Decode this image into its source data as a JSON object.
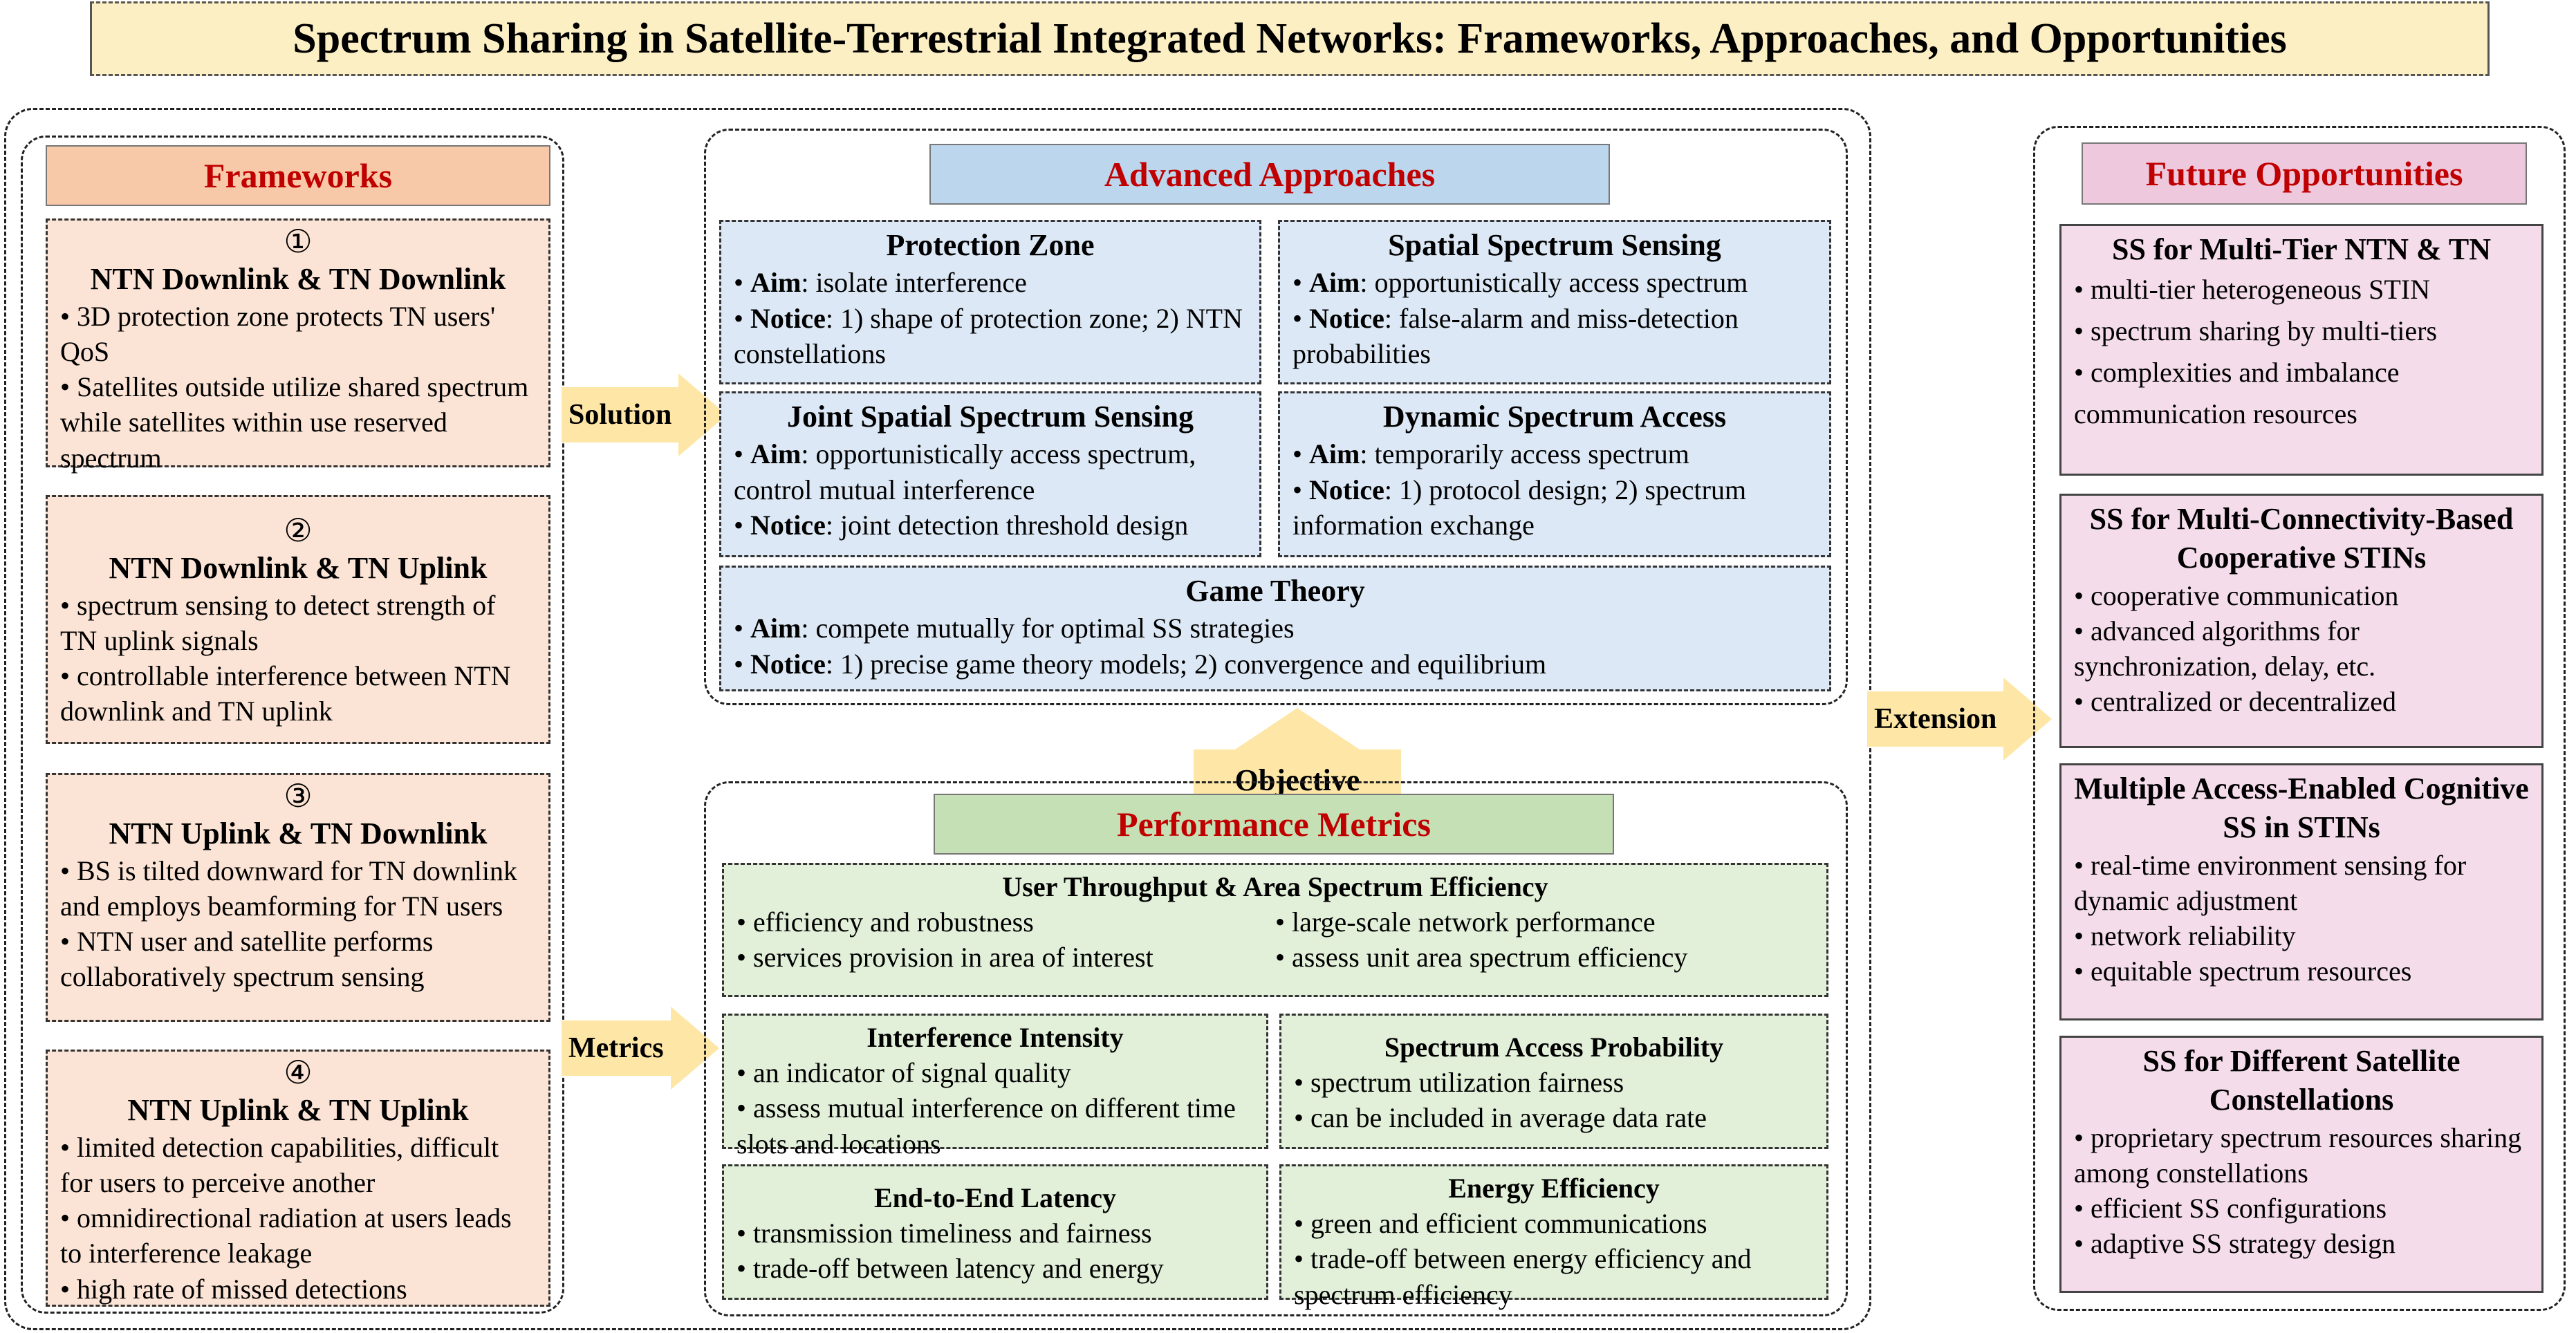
{
  "title": "Spectrum Sharing in Satellite-Terrestrial Integrated Networks: Frameworks, Approaches, and Opportunities",
  "frameworks": {
    "heading": "Frameworks",
    "cards": [
      {
        "num": "①",
        "title": "NTN Downlink & TN Downlink",
        "bullets": [
          "3D protection zone protects TN users' QoS",
          "Satellites outside utilize shared spectrum while satellites within use reserved spectrum"
        ]
      },
      {
        "num": "②",
        "title": "NTN Downlink & TN Uplink",
        "bullets": [
          "spectrum sensing to detect strength of TN uplink signals",
          "controllable interference between NTN downlink and TN uplink"
        ]
      },
      {
        "num": "③",
        "title": "NTN Uplink & TN Downlink",
        "bullets": [
          "BS is tilted downward for TN downlink and employs beamforming for TN users",
          "NTN user and satellite performs collaboratively spectrum sensing"
        ]
      },
      {
        "num": "④",
        "title": "NTN Uplink & TN Uplink",
        "bullets": [
          "limited detection capabilities, difficult for users to perceive another",
          "omnidirectional radiation at users leads to interference leakage",
          "high rate of missed detections"
        ]
      }
    ]
  },
  "arrows": {
    "solution": "Solution",
    "metrics": "Metrics",
    "objective": "Objective",
    "extension": "Extension"
  },
  "approaches": {
    "heading": "Advanced Approaches",
    "aim_label": "Aim",
    "notice_label": "Notice",
    "cards": [
      {
        "title": "Protection Zone",
        "aim": ": isolate interference",
        "notice": ": 1) shape of protection zone; 2)  NTN constellations"
      },
      {
        "title": "Spatial Spectrum Sensing",
        "aim": ": opportunistically access spectrum",
        "notice": ": false-alarm and miss-detection probabilities"
      },
      {
        "title": "Joint Spatial Spectrum Sensing",
        "aim": ": opportunistically access spectrum, control mutual interference",
        "notice": ": joint detection threshold design"
      },
      {
        "title": "Dynamic Spectrum Access",
        "aim": ": temporarily access spectrum",
        "notice": ": 1) protocol design; 2) spectrum information exchange"
      },
      {
        "title": "Game Theory",
        "aim": ": compete mutually for optimal SS strategies",
        "notice": ": 1) precise game theory models; 2) convergence and equilibrium"
      }
    ]
  },
  "metrics": {
    "heading": "Performance Metrics",
    "throughput": {
      "title": "User Throughput & Area Spectrum Efficiency",
      "left": [
        "efficiency and robustness",
        "services provision in area of interest"
      ],
      "right": [
        "large-scale network performance",
        "assess unit area spectrum efficiency"
      ]
    },
    "cards": [
      {
        "title": "Interference Intensity",
        "bullets": [
          "an indicator of signal quality",
          "assess mutual interference on different time slots and locations"
        ]
      },
      {
        "title": "Spectrum Access Probability",
        "bullets": [
          "spectrum utilization fairness",
          "can be included in average data rate"
        ]
      },
      {
        "title": "End-to-End Latency",
        "bullets": [
          "transmission timeliness and fairness",
          "trade-off between latency and energy"
        ]
      },
      {
        "title": "Energy Efficiency",
        "bullets": [
          "green and efficient communications",
          "trade-off between energy efficiency and spectrum efficiency"
        ]
      }
    ]
  },
  "opportunities": {
    "heading": "Future Opportunities",
    "cards": [
      {
        "title": "SS for Multi-Tier NTN & TN",
        "bullets": [
          "multi-tier heterogeneous STIN",
          "spectrum sharing by multi-tiers",
          "complexities and imbalance communication resources"
        ]
      },
      {
        "title": "SS for Multi-Connectivity-Based Cooperative STINs",
        "bullets": [
          "cooperative communication",
          "advanced algorithms for synchronization, delay, etc.",
          "centralized or decentralized"
        ]
      },
      {
        "title": "Multiple Access-Enabled Cognitive SS in STINs",
        "bullets": [
          "real-time environment sensing for dynamic adjustment",
          "network reliability",
          "equitable spectrum resources"
        ]
      },
      {
        "title": "SS for Different Satellite Constellations",
        "bullets": [
          "proprietary spectrum resources sharing among constellations",
          "efficient SS configurations",
          "adaptive SS strategy design"
        ]
      }
    ]
  },
  "colors": {
    "heading_text": "#c00000",
    "frameworks": "#fbe4d5",
    "approaches": "#dce8f5",
    "metrics": "#e2efd9",
    "opportunities": "#f4dcea",
    "arrow": "#fde6a6",
    "title_bg": "#fdefc4"
  }
}
